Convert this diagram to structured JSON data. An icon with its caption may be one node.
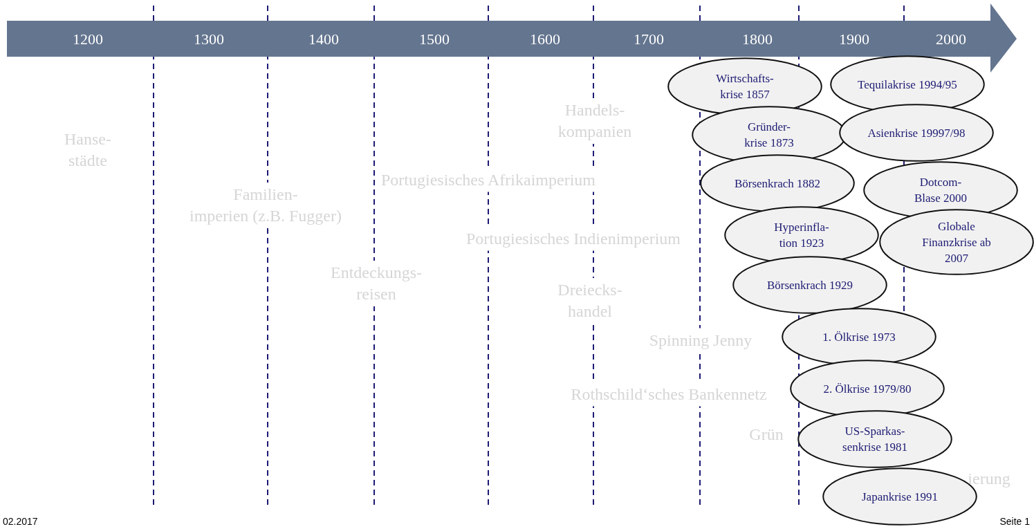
{
  "diagram": {
    "nodes": [
      {
        "text": [
          "Wirtschafts- krise 1857"
        ]
      },
      {
        "text": [
          "Gründer- krise 1873"
        ]
      },
      {
        "text": [
          "Börsenkrach 1882"
        ]
      },
      {
        "text": [
          "Hyperinfla- tion 1923"
        ]
      },
      {
        "text": [
          "Börsenkrach 1929"
        ]
      },
      {
        "text": [
          "1. Ölkrise 1973"
        ]
      },
      {
        "text": [
          "2. Ölkrise 1979/80"
        ]
      },
      {
        "text": [
          "US-Sparkas- senkrise 1981"
        ]
      },
      {
        "text": [
          "Japankrise 1991"
        ]
      },
      {
        "text": [
          "Tequilakrise 1994/95"
        ]
      },
      {
        "text": [
          "Asienkrise 19997/98"
        ]
      },
      {
        "text": [
          "Dotcom- Blase 2000"
        ]
      },
      {
        "text": [
          "Globale Finanzkrise ab 2007"
        ]
      }
    ],
    "labels": [
      "1200",
      "1300",
      "1400",
      "1500",
      "1600",
      "1700",
      "1800",
      "1900",
      "2000",
      "Hanse- städte",
      "Familien- imperien (z.B. Fugger)",
      "Portugiesisches Afrikaimperium",
      "Handels- kompanien",
      "Portugiesisches Indienimperium",
      "Entdeckungs- reisen",
      "Dreiecks- handel",
      "Spinning Jenny",
      "Rothschild‘sches Bankennetz",
      "Grün",
      "ierung",
      "02.2017",
      "Seite 1"
    ]
  }
}
